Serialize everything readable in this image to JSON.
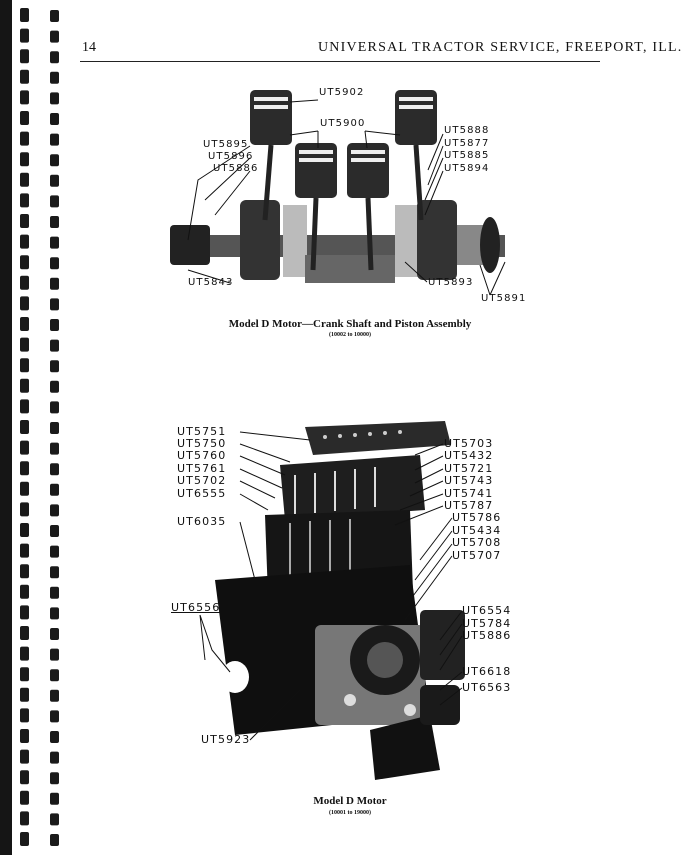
{
  "header": {
    "page_number": "14",
    "title": "UNIVERSAL TRACTOR SERVICE, FREEPORT, ILL."
  },
  "figure1": {
    "caption": "Model D Motor—Crank Shaft and Piston Assembly",
    "subcaption": "(10002 to 10000)",
    "labels": {
      "ut5902": "UT5902",
      "ut5900": "UT5900",
      "ut5895": "UT5895",
      "ut5896": "UT5896",
      "ut5886": "UT5886",
      "ut5888": "UT5888",
      "ut5877": "UT5877",
      "ut5885": "UT5885",
      "ut5894": "UT5894",
      "ut5843": "UT5843",
      "ut5893": "UT5893",
      "ut5891": "UT5891"
    }
  },
  "figure2": {
    "caption": "Model D Motor",
    "subcaption": "(10001 to 19000)",
    "labels": {
      "ut5751": "UT5751",
      "ut5750": "UT5750",
      "ut5760": "UT5760",
      "ut5761": "UT5761",
      "ut5702": "UT5702",
      "ut6555": "UT6555",
      "ut6035": "UT6035",
      "ut6556": "UT6556",
      "ut5923": "UT5923",
      "ut5703": "UT5703",
      "ut5432": "UT5432",
      "ut5721": "UT5721",
      "ut5743": "UT5743",
      "ut5741": "UT5741",
      "ut5787": "UT5787",
      "ut5786": "UT5786",
      "ut5434": "UT5434",
      "ut5708": "UT5708",
      "ut5707": "UT5707",
      "ut6554": "UT6554",
      "ut5784": "UT5784",
      "ut5886b": "UT5886",
      "ut6618": "UT6618",
      "ut6563": "UT6563"
    }
  }
}
